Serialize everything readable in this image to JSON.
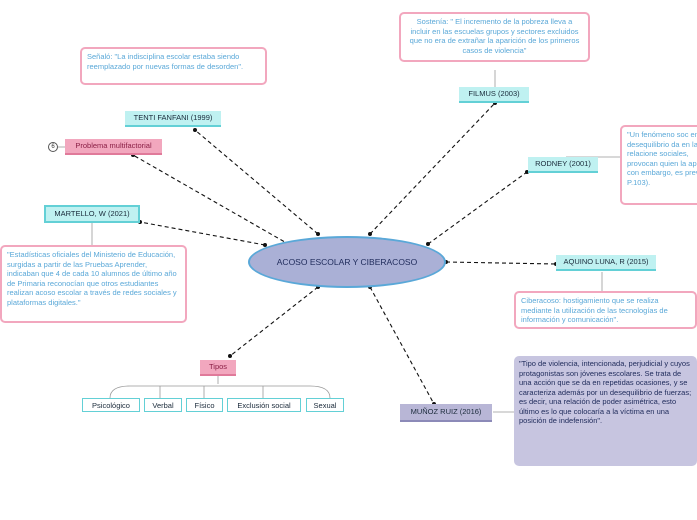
{
  "central": "ACOSO ESCOLAR Y CIBERACOSO",
  "topics": {
    "tenti": "TENTI FANFANI (1999)",
    "filmus": "FILMUS (2003)",
    "rodney": "RODNEY (2001)",
    "aquino": "AQUINO LUNA, R (2015)",
    "munoz": "MUÑOZ RUIZ (2016)",
    "martello": "MARTELLO, W (2021)",
    "problema": "Problema multifactorial",
    "tipos": "Tipos"
  },
  "badge": "6",
  "notes": {
    "tenti": "Señaló: \"La indisciplina escolar estaba siendo reemplazado por nuevas formas de desorden\".",
    "filmus": "Sostenía: \" El incremento de la pobreza lleva a incluir en las escuelas grupos y sectores excluidos que no era de extrañar la aparición de los primeros casos de violencia\"",
    "rodney": "\"Un fenómeno soc en el desequilibrio da en las relacione sociales, provocan quien la aplica con embargo, es preve P.103).",
    "aquino": "Ciberacoso: hostigamiento que se realiza mediante la utilización de las tecnologías de información  y comunicación\".",
    "munoz": "\"Tipo de violencia, intencionada, perjudicial y cuyos protagonistas son jóvenes escolares. Se trata de una acción que se da en repetidas  ocasiones, y se caracteriza además por un desequilibrio de fuerzas; es decir, una relación  de poder asimétrica, esto último es lo que colocaría a la víctima en una posición de indefensión\".",
    "martello": "\"Estadísticas oficiales del Ministerio de Educación, surgidas a partir de las  Pruebas Aprender, indicaban que 4 de cada 10 alumnos de último año de Primaria reconocían que otros estudiantes realizan acoso escolar a través de redes sociales y plataformas digitales.\""
  },
  "tipos_items": [
    "Psicológico",
    "Verbal",
    "Físico",
    "Exclusión social",
    "Sexual"
  ]
}
